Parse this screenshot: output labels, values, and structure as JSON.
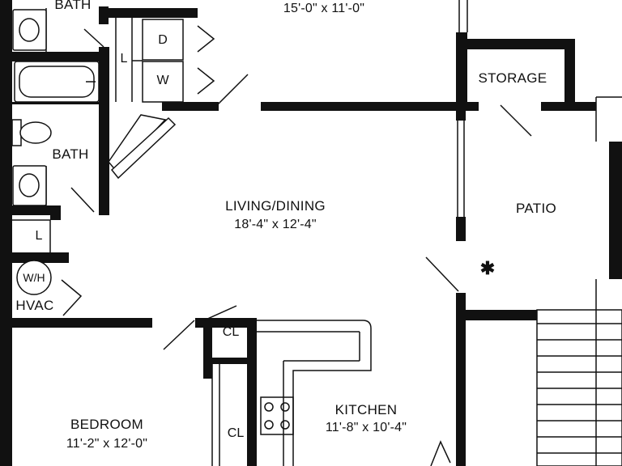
{
  "rooms": {
    "top_dims": "15'-0\" x 11'-0\"",
    "bath_top": "BATH",
    "bath": "BATH",
    "laundry_l": "L",
    "dryer": "D",
    "washer": "W",
    "storage": "STORAGE",
    "living_name": "LIVING/DINING",
    "living_dims": "18'-4\" x 12'-4\"",
    "patio": "PATIO",
    "linen_l": "L",
    "water_heater": "W/H",
    "hvac": "HVAC",
    "closet_top": "CL",
    "closet_side": "CL",
    "kitchen_name": "KITCHEN",
    "kitchen_dims": "11'-8\" x 10'-4\"",
    "bedroom_name": "BEDROOM",
    "bedroom_dims": "11'-2\" x 12'-0\"",
    "marker": "✱"
  }
}
